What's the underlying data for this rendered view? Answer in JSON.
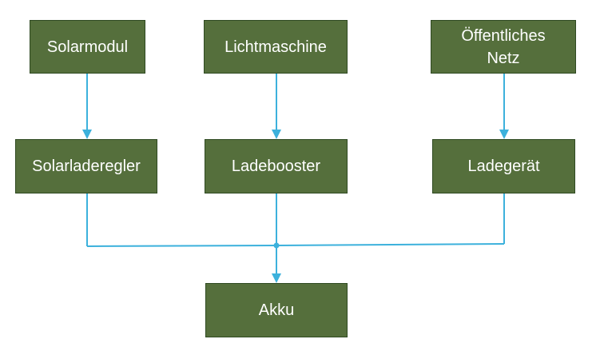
{
  "colors": {
    "node_fill": "#556f3c",
    "node_border": "#2f4a22",
    "node_text": "#ffffff",
    "connector": "#3cb1dc",
    "background": "#ffffff"
  },
  "nodes": {
    "solarmodul": {
      "label": "Solarmodul"
    },
    "lichtmaschine": {
      "label": "Lichtmaschine"
    },
    "netz": {
      "label": "Öffentliches\nNetz"
    },
    "solarladeregler": {
      "label": "Solarladeregler"
    },
    "ladebooster": {
      "label": "Ladebooster"
    },
    "ladegeraet": {
      "label": "Ladegerät"
    },
    "akku": {
      "label": "Akku"
    }
  },
  "edges": [
    {
      "from": "solarmodul",
      "to": "solarladeregler"
    },
    {
      "from": "lichtmaschine",
      "to": "ladebooster"
    },
    {
      "from": "netz",
      "to": "ladegeraet"
    },
    {
      "from": "solarladeregler",
      "to": "akku"
    },
    {
      "from": "ladebooster",
      "to": "akku"
    },
    {
      "from": "ladegeraet",
      "to": "akku"
    }
  ]
}
